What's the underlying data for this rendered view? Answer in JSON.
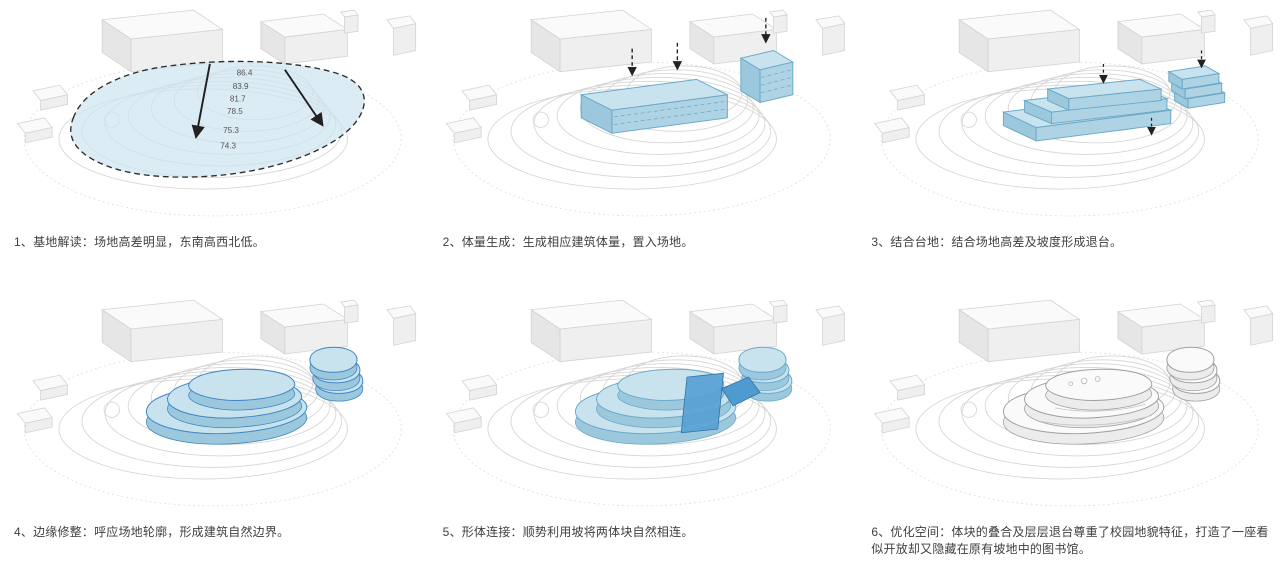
{
  "panels": [
    {
      "caption": "1、基地解读：场地高差明显，东南高西北低。",
      "elevation_labels": [
        "86.4",
        "83.9",
        "81.7",
        "78.5",
        "75.3",
        "74.3"
      ]
    },
    {
      "caption": "2、体量生成：生成相应建筑体量，置入场地。"
    },
    {
      "caption": "3、结合台地：结合场地高差及坡度形成退台。"
    },
    {
      "caption": "4、边缘修整：呼应场地轮廓，形成建筑自然边界。"
    },
    {
      "caption": "5、形体连接：顺势利用坡将两体块自然相连。"
    },
    {
      "caption": "6、优化空间：体块的叠合及层层退台尊重了校园地貌特征，打造了一座看似开放却又隐藏在原有坡地中的图书馆。"
    }
  ],
  "colors": {
    "mass_top": "#c8e2ee",
    "mass_side": "#9cc8dd",
    "mass_outline": "#6aa9c8",
    "mass_outline_bold": "#3f85c2",
    "connector_blue": "#4f9bd0",
    "site_fill": "#cfe4f0",
    "final_top": "#fafafa",
    "final_side": "#ececec",
    "final_outline": "#9f9f9f"
  }
}
